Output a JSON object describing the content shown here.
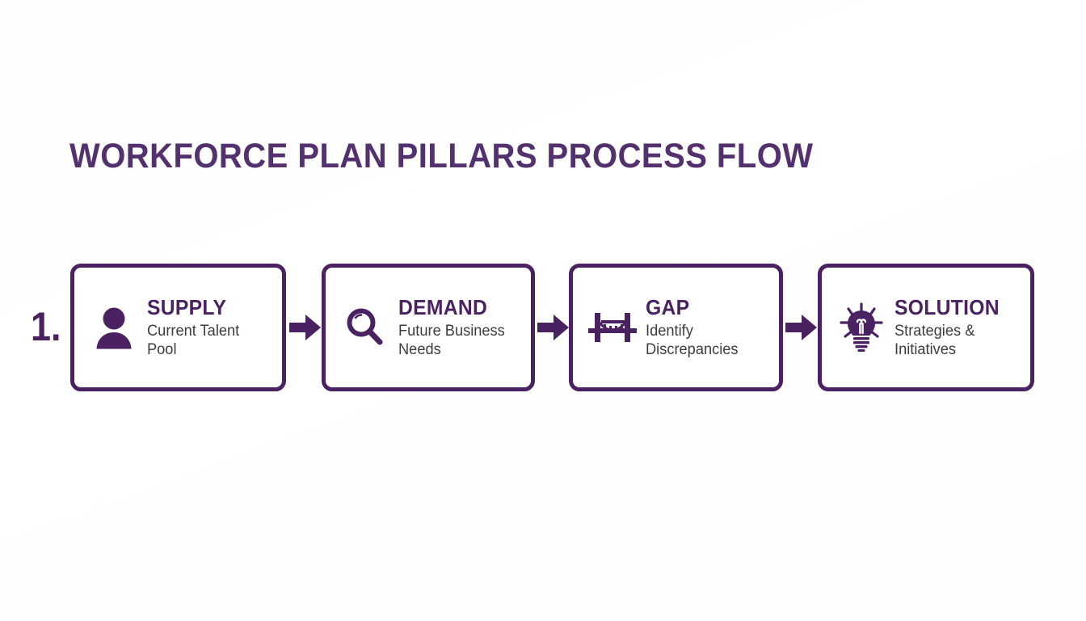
{
  "slide": {
    "title": "WORKFORCE PLAN PILLARS PROCESS FLOW",
    "step_number": "1.",
    "colors": {
      "primary_purple": "#4a2161",
      "title_purple": "#53306e",
      "subtitle_gray": "#3d3d3d",
      "background": "#fdfcfd",
      "card_fill": "#ffffff"
    }
  },
  "flow": {
    "steps": [
      {
        "heading": "SUPPLY",
        "subtitle": "Current Talent Pool",
        "icon": "person-icon"
      },
      {
        "heading": "DEMAND",
        "subtitle": "Future Business Needs",
        "icon": "magnifying-glass-icon"
      },
      {
        "heading": "GAP",
        "subtitle": "Identify Discrepancies",
        "icon": "bridge-icon"
      },
      {
        "heading": "SOLUTION",
        "subtitle": "Strategies & Initiatives",
        "icon": "lightbulb-icon"
      }
    ],
    "connectors": [
      {
        "icon": "arrow-right-icon"
      },
      {
        "icon": "arrow-right-icon"
      },
      {
        "icon": "arrow-right-icon"
      }
    ]
  }
}
